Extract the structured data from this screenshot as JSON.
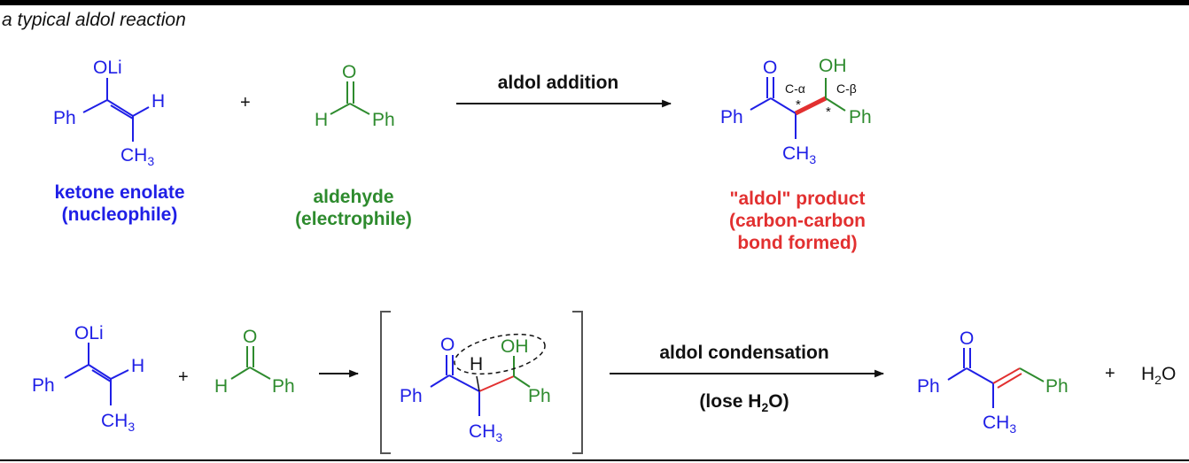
{
  "title": "a typical aldol reaction",
  "colors": {
    "nucleophile": "#1f1fe6",
    "electrophile": "#2e8b2e",
    "new_bond": "#e23030",
    "text": "#111111"
  },
  "atoms": {
    "oli": "OLi",
    "ph": "Ph",
    "h": "H",
    "ch3": "CH",
    "ch3_sub": "3",
    "o": "O",
    "oh": "OH",
    "plus": "+",
    "star": "*",
    "c_alpha": "C-α",
    "c_beta": "C-β",
    "h2o_h": "H",
    "h2o_sub": "2",
    "h2o_o": "O"
  },
  "arrows": {
    "addition": "aldol addition",
    "condensation": "aldol condensation",
    "lose_water": {
      "prefix": "(lose H",
      "sub": "2",
      "suffix": "O)"
    }
  },
  "labels": {
    "enolate": [
      "ketone enolate",
      "(nucleophile)"
    ],
    "aldehyde": [
      "aldehyde",
      "(electrophile)"
    ],
    "product": [
      "\"aldol\" product",
      "(carbon-carbon",
      "bond formed)"
    ]
  }
}
